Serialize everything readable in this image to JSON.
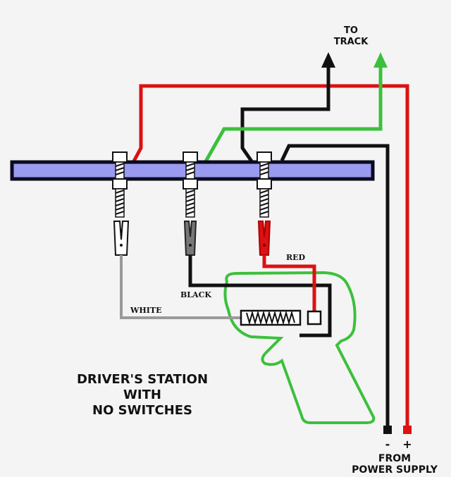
{
  "title": {
    "line1": "DRIVER'S STATION",
    "line2": "WITH",
    "line3": "NO SWITCHES"
  },
  "labels": {
    "to_track_line1": "TO",
    "to_track_line2": "TRACK",
    "from_line1": "FROM",
    "from_line2": "POWER SUPPLY",
    "minus": "-",
    "plus": "+",
    "wire_red": "RED",
    "wire_black": "BLACK",
    "wire_white": "WHITE"
  },
  "colors": {
    "red_wire": "#dd1111",
    "black_wire": "#111111",
    "green_wire": "#3cc03c",
    "white_wire": "#9a9a9a",
    "terminal_bar": "#9a9af0",
    "background": "#f4f4f4"
  },
  "components": {
    "terminals": [
      "left-terminal (white clip)",
      "middle-terminal (black clip)",
      "right-terminal (red clip)"
    ],
    "controller": "hand-controller with resistor",
    "power_supply_leads": [
      "negative",
      "positive"
    ],
    "track_outputs": [
      "black",
      "green"
    ]
  }
}
